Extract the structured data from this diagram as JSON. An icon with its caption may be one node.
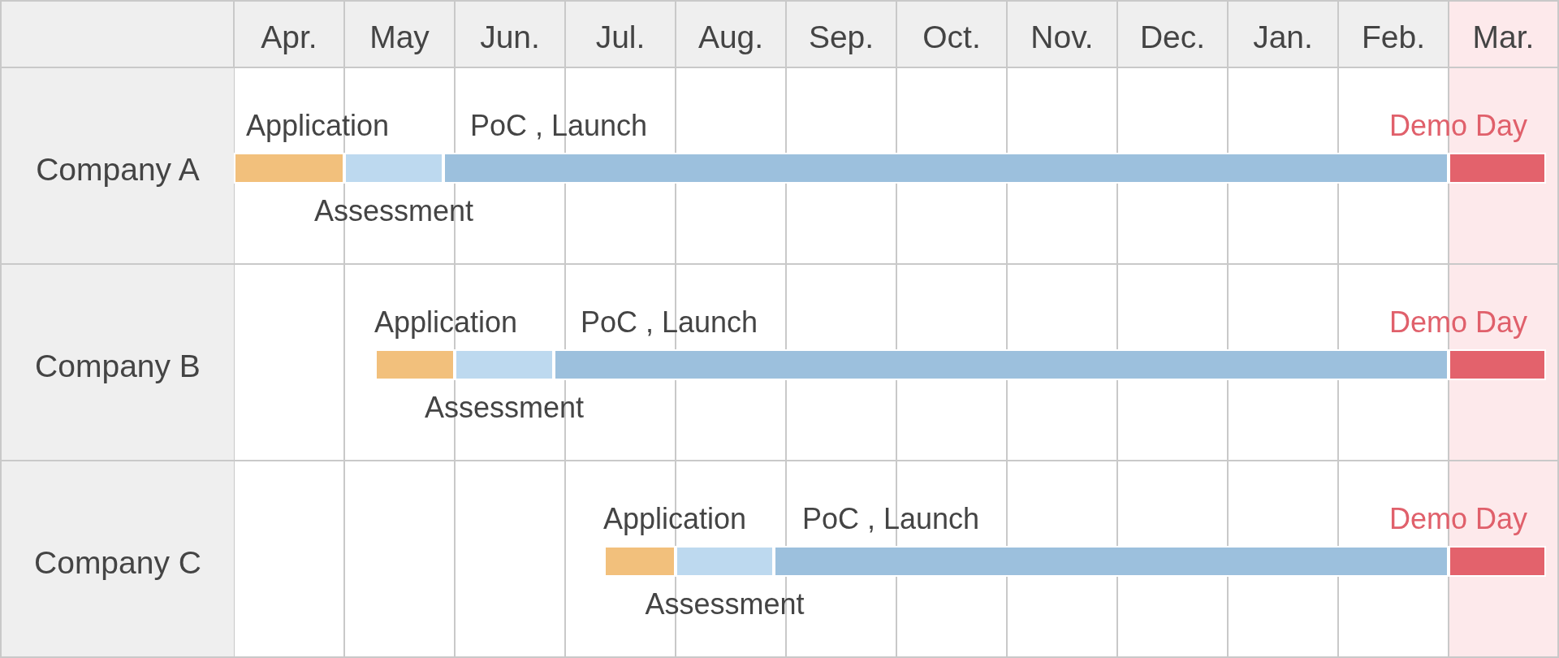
{
  "diagram": {
    "nodes": [
      {
        "text": [
          "Company A"
        ]
      },
      {
        "text": [],
        "shape": "bar",
        "in": 0,
        "beside": [
          "Application"
        ]
      },
      {
        "text": [],
        "shape": "bar",
        "in": 0,
        "beside": [
          "Assessment"
        ]
      },
      {
        "text": [],
        "shape": "bar",
        "in": 0,
        "beside": [
          "PoC , Launch"
        ]
      },
      {
        "text": [],
        "shape": "bar",
        "in": 0,
        "beside": [
          "Demo Day"
        ]
      },
      {
        "text": [
          "Company B"
        ]
      },
      {
        "text": [],
        "shape": "bar",
        "in": 5,
        "beside": [
          "Application"
        ]
      },
      {
        "text": [],
        "shape": "bar",
        "in": 5,
        "beside": [
          "Assessment"
        ]
      },
      {
        "text": [],
        "shape": "bar",
        "in": 5,
        "beside": [
          "PoC , Launch"
        ]
      },
      {
        "text": [],
        "shape": "bar",
        "in": 5,
        "beside": [
          "Demo Day"
        ]
      },
      {
        "text": [
          "Company C"
        ]
      },
      {
        "text": [],
        "shape": "bar",
        "in": 10,
        "beside": [
          "Application"
        ]
      },
      {
        "text": [],
        "shape": "bar",
        "in": 10,
        "beside": [
          "Assessment"
        ]
      },
      {
        "text": [],
        "shape": "bar",
        "in": 10,
        "beside": [
          "PoC , Launch"
        ]
      },
      {
        "text": [],
        "shape": "bar",
        "in": 10,
        "beside": [
          "Demo Day"
        ]
      }
    ],
    "labels": [
      "Apr.",
      "May",
      "Jun.",
      "Jul.",
      "Aug.",
      "Sep.",
      "Oct.",
      "Nov.",
      "Dec.",
      "Jan.",
      "Feb.",
      "Mar."
    ]
  }
}
